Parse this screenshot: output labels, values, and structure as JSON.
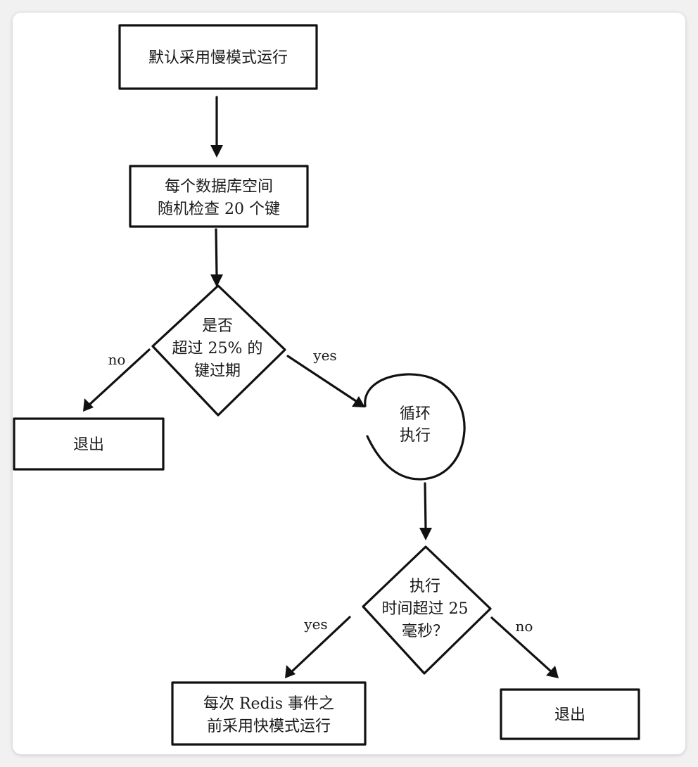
{
  "nodes": {
    "start": "默认采用慢模式运行",
    "check_line1": "每个数据库空间",
    "check_line2": "随机检查 20 个键",
    "decision1_line1": "是否",
    "decision1_line2": "超过 25% 的",
    "decision1_line3": "键过期",
    "exit_left": "退出",
    "loop_line1": "循环",
    "loop_line2": "执行",
    "decision2_line1": "执行",
    "decision2_line2": "时间超过 25",
    "decision2_line3": "毫秒？",
    "fast_line1": "每次 Redis 事件之",
    "fast_line2": "前采用快模式运行",
    "exit_right": "退出"
  },
  "edges": {
    "d1_no": "no",
    "d1_yes": "yes",
    "d2_yes": "yes",
    "d2_no": "no"
  }
}
